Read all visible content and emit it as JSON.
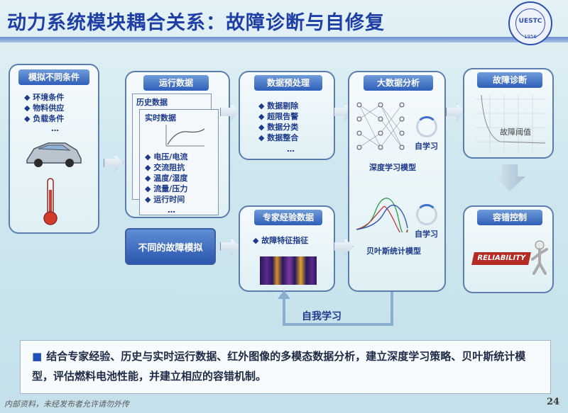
{
  "title": "动力系统模块耦合关系：故障诊断与自修复",
  "logo": {
    "text": "UESTC",
    "year": "1956"
  },
  "conditions": {
    "header": "模拟不同条件",
    "items": [
      "环境条件",
      "物料供应",
      "负载条件"
    ],
    "more": "…"
  },
  "run_data": {
    "header": "运行数据",
    "history_label": "历史数据",
    "realtime_label": "实时数据",
    "items": [
      "电压/电流",
      "交流阻抗",
      "温度/湿度",
      "流量/压力",
      "运行时间"
    ],
    "more": "…"
  },
  "preprocess": {
    "header": "数据预处理",
    "items": [
      "数据剔除",
      "超限告警",
      "数据分类",
      "数据整合"
    ],
    "more": "…"
  },
  "bigdata": {
    "header": "大数据分析",
    "self_learn_1": "自学习",
    "deep_model": "深度学习模型",
    "self_learn_2": "自学习",
    "bayes_model": "贝叶斯统计模型"
  },
  "diagnosis": {
    "header": "故障诊断",
    "threshold": "故障阈值"
  },
  "fault_tolerance": {
    "header": "容错控制",
    "badge": "RELIABILITY"
  },
  "fault_sim": {
    "label": "不同的故障模拟"
  },
  "expert": {
    "header": "专家经验数据",
    "items": [
      "故障特征指征"
    ]
  },
  "loop_label": "自我学习",
  "summary": "结合专家经验、历史与实时运行数据、红外图像的多模态数据分析，建立深度学习策略、贝叶斯统计模型，评估燃料电池性能，并建立相应的容错机制。",
  "summary_bullet": "■",
  "footer": "内部资料，未经发布者允许请勿外传",
  "page_number": "24"
}
